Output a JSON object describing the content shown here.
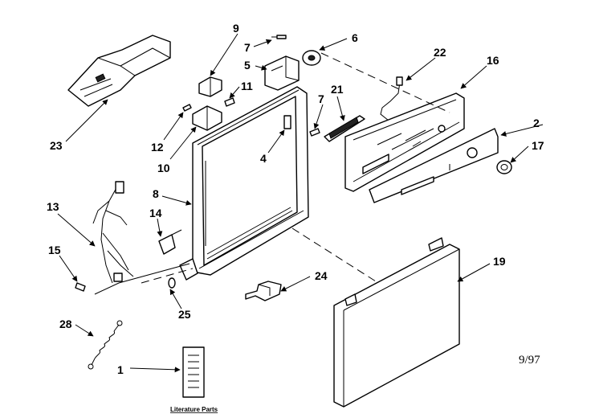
{
  "callouts": {
    "c1": "1",
    "c2": "2",
    "c4": "4",
    "c5": "5",
    "c6": "6",
    "c7a": "7",
    "c7b": "7",
    "c8": "8",
    "c9": "9",
    "c10": "10",
    "c11": "11",
    "c12": "12",
    "c13": "13",
    "c14": "14",
    "c15": "15",
    "c16": "16",
    "c17": "17",
    "c19": "19",
    "c21": "21",
    "c22": "22",
    "c23": "23",
    "c24": "24",
    "c25": "25",
    "c28": "28"
  },
  "caption": "Literature Parts",
  "date_code": "9/97"
}
